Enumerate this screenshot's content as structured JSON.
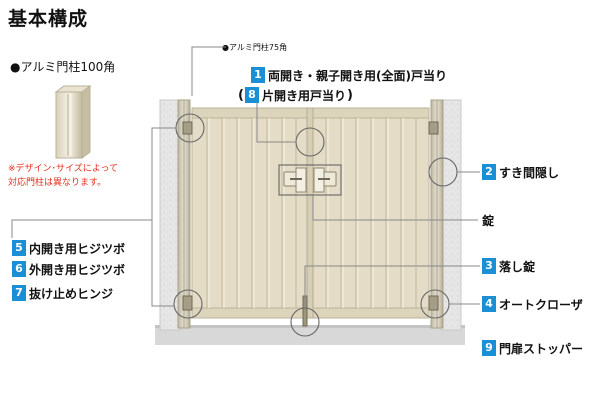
{
  "page_title": "基本構成",
  "post_100": "●アルミ門柱100角",
  "post_75": "●アルミ門柱75角",
  "note_lines": [
    "※デザイン･サイズによって",
    "対応門柱は異なります。"
  ],
  "labels": {
    "l1": {
      "num": "1",
      "text": "両開き・親子開き用(全面)戸当り"
    },
    "l8": {
      "open": "(",
      "num": "8",
      "text": "片開き用戸当り",
      "close": ")"
    },
    "l2": {
      "num": "2",
      "text": "すき間隠し"
    },
    "lock": {
      "text": "錠"
    },
    "l3": {
      "num": "3",
      "text": "落し錠"
    },
    "l4": {
      "num": "4",
      "text": "オートクローザ"
    },
    "l9": {
      "num": "9",
      "text": "門扉ストッパー"
    },
    "l5": {
      "num": "5",
      "text": "内開き用ヒジツボ"
    },
    "l6": {
      "num": "6",
      "text": "外開き用ヒジツボ"
    },
    "l7": {
      "num": "7",
      "text": "抜け止めヒンジ"
    }
  },
  "colors": {
    "accent": "#1a8fd6",
    "note": "#e0301e",
    "gate": "#e4dcc6",
    "post": "#cfc8b2",
    "line": "#7a7a7a"
  }
}
